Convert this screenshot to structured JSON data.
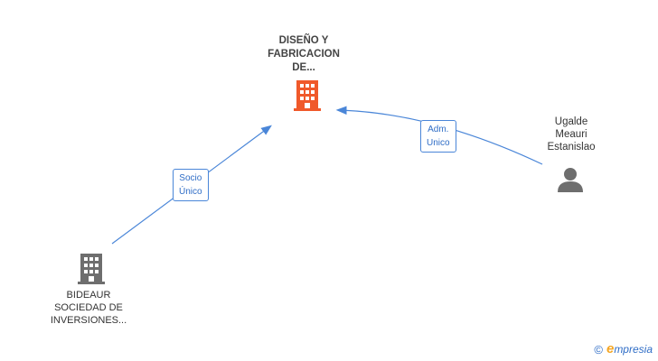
{
  "nodes": {
    "main_company": {
      "lines": [
        "DISEÑO Y",
        "FABRICACION",
        "DE..."
      ],
      "icon": "building-icon",
      "color": "#f0592a"
    },
    "shareholder_company": {
      "lines": [
        "BIDEAUR",
        "SOCIEDAD DE",
        "INVERSIONES..."
      ],
      "icon": "building-icon",
      "color": "#6e6e6e"
    },
    "person": {
      "lines": [
        "Ugalde",
        "Meauri",
        "Estanislao"
      ],
      "icon": "person-icon",
      "color": "#6e6e6e"
    }
  },
  "edges": {
    "socio_unico": {
      "lines": [
        "Socio",
        "Único"
      ]
    },
    "adm_unico": {
      "lines": [
        "Adm.",
        "Unico"
      ]
    }
  },
  "footer": {
    "copyright_symbol": "©",
    "brand_first": "e",
    "brand_rest": "mpresia"
  },
  "colors": {
    "edge": "#4a86d8",
    "accent": "#f0592a",
    "gray": "#6e6e6e"
  }
}
